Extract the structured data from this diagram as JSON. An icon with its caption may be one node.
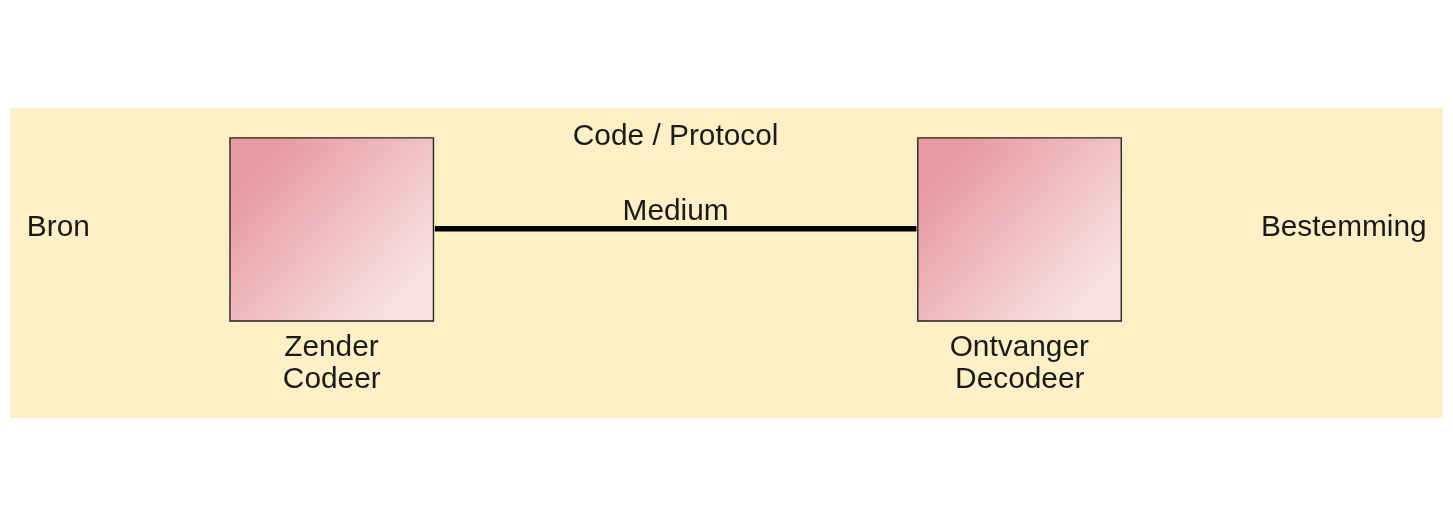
{
  "diagram": {
    "nodes": [
      {
        "text": [
          "Zender",
          "Codeer"
        ]
      },
      {
        "text": [
          "Ontvanger",
          "Decodeer"
        ]
      }
    ],
    "edges": [
      {
        "from": 0,
        "to": 1,
        "arrow": "none",
        "label": "Medium"
      }
    ],
    "labels": [
      "Code / Protocol",
      "Bron",
      "Bestemming"
    ]
  }
}
